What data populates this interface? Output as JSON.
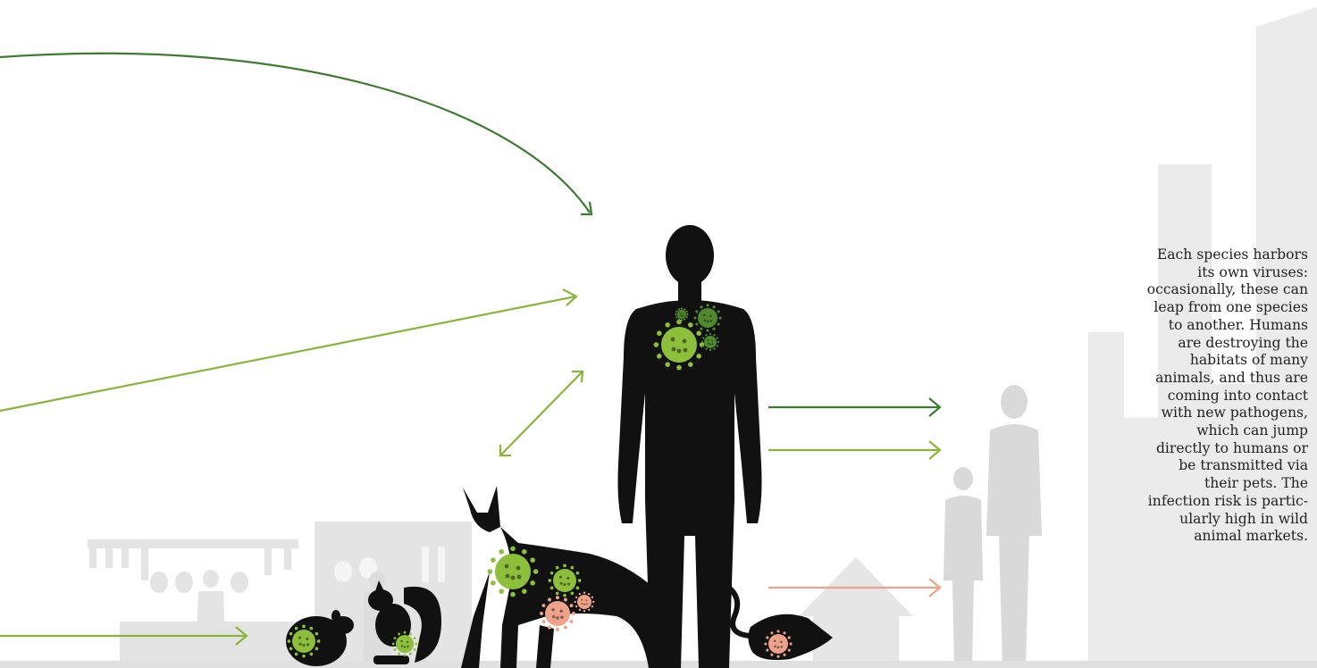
{
  "caption": {
    "lines": [
      "Each species harbors",
      "its own viruses:",
      "occasionally, these can",
      "leap from one species",
      "to another. Humans",
      "are destroying the",
      "habitats of many",
      "animals, and thus are",
      "coming into contact",
      "with new pathogens,",
      "which can jump",
      "directly to humans or",
      "be transmitted via",
      "their pets. The",
      "infection risk is partic-",
      "ularly high in wild",
      "animal markets."
    ]
  },
  "colors": {
    "dark_green": "#3f7a32",
    "light_green": "#8cb33a",
    "salmon": "#e8a589",
    "silhouette": "#111111",
    "background_shape": "#e9e9e9",
    "virus_green": "#8dbf3b",
    "virus_dark": "#4f8a2e",
    "virus_pink": "#eea28a"
  },
  "icons": [
    "human-silhouette-icon",
    "wild-cat-icon",
    "squirrel-icon",
    "rodent-icon",
    "rat-icon",
    "virus-icon",
    "city-skyline-icon",
    "market-stall-icon",
    "house-icon",
    "people-group-icon"
  ]
}
